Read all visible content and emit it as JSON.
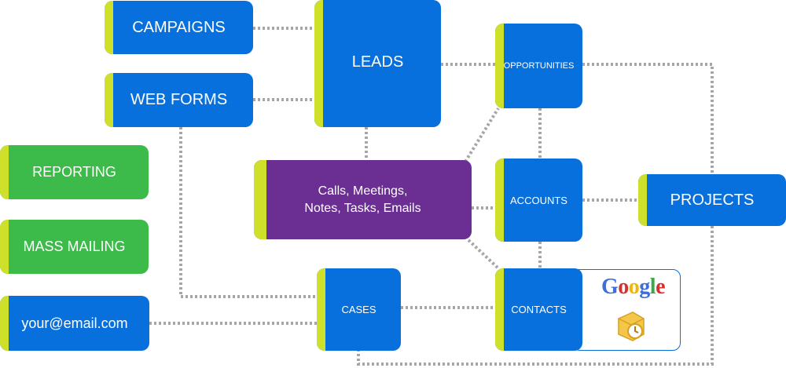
{
  "nodes": {
    "campaigns": "CAMPAIGNS",
    "web_forms": "WEB FORMS",
    "leads": "LEADS",
    "opportunities": "OPPORTUNITIES",
    "reporting": "REPORTING",
    "mass_mailing": "MASS MAILING",
    "email": "your@email.com",
    "activities_line1": "Calls, Meetings,",
    "activities_line2": "Notes, Tasks, Emails",
    "accounts": "ACCOUNTS",
    "projects": "PROJECTS",
    "cases": "CASES",
    "contacts": "CONTACTS"
  },
  "logos": {
    "google": [
      "G",
      "o",
      "o",
      "g",
      "l",
      "e"
    ],
    "outlook_icon": "outlook-icon"
  },
  "colors": {
    "blue": "#0870dc",
    "green": "#3dbb4a",
    "purple": "#6b2f93",
    "accent_stripe": "#cfe02a",
    "connector": "#a6a6a6"
  }
}
